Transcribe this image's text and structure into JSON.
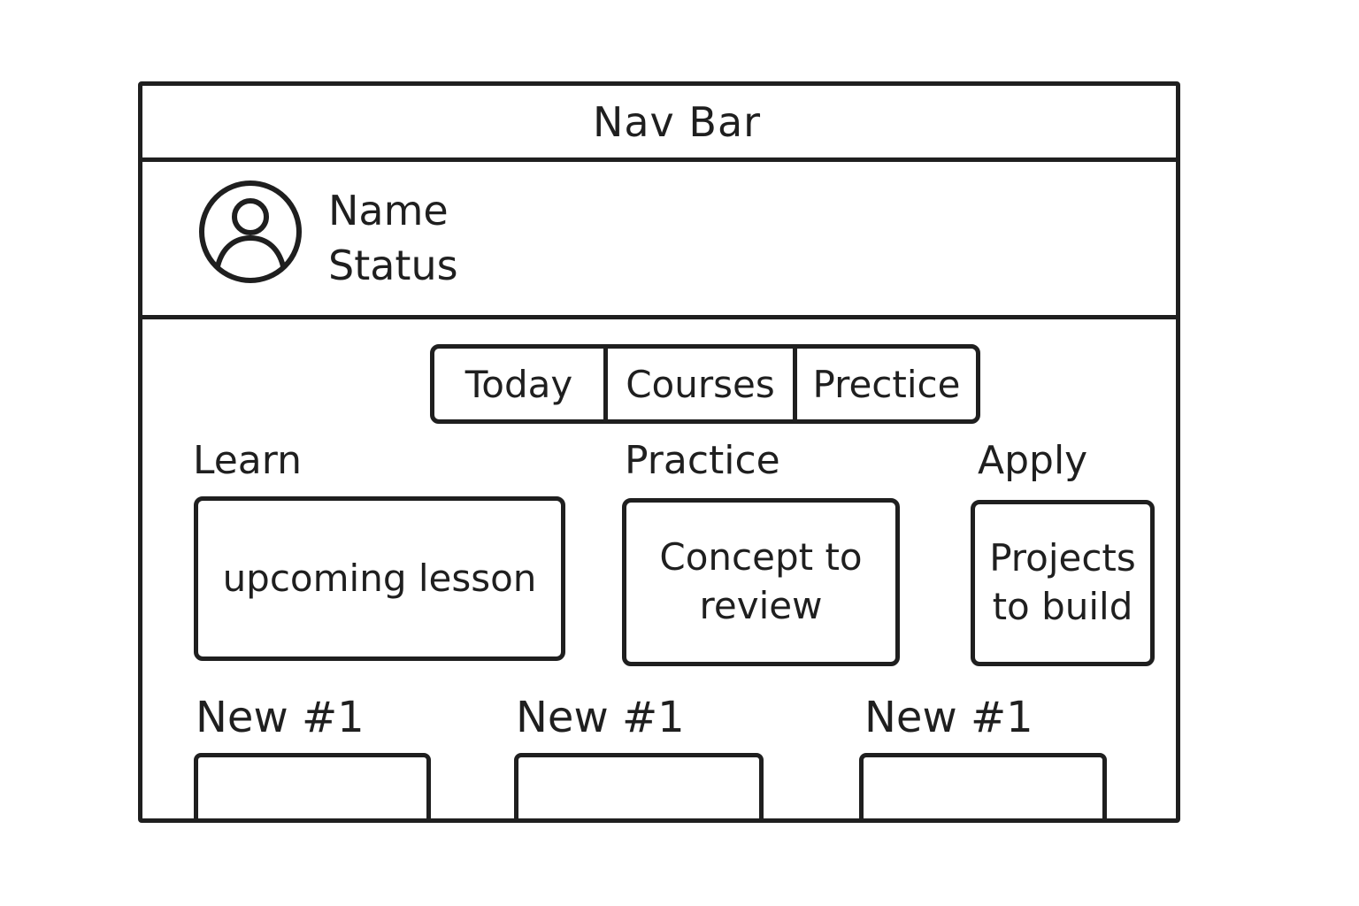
{
  "navbar": {
    "title": "Nav Bar"
  },
  "profile": {
    "avatar_icon": "user-avatar-icon",
    "name": "Name",
    "status": "Status"
  },
  "tabs": [
    {
      "label": "Today"
    },
    {
      "label": "Courses"
    },
    {
      "label": "Prectice"
    }
  ],
  "sections": [
    {
      "title": "Learn",
      "card_text": "upcoming lesson"
    },
    {
      "title": "Practice",
      "card_text": "Concept to review"
    },
    {
      "title": "Apply",
      "card_text": "Projects to build"
    }
  ],
  "new_items": [
    {
      "label": "New #1"
    },
    {
      "label": "New #1"
    },
    {
      "label": "New #1"
    }
  ]
}
